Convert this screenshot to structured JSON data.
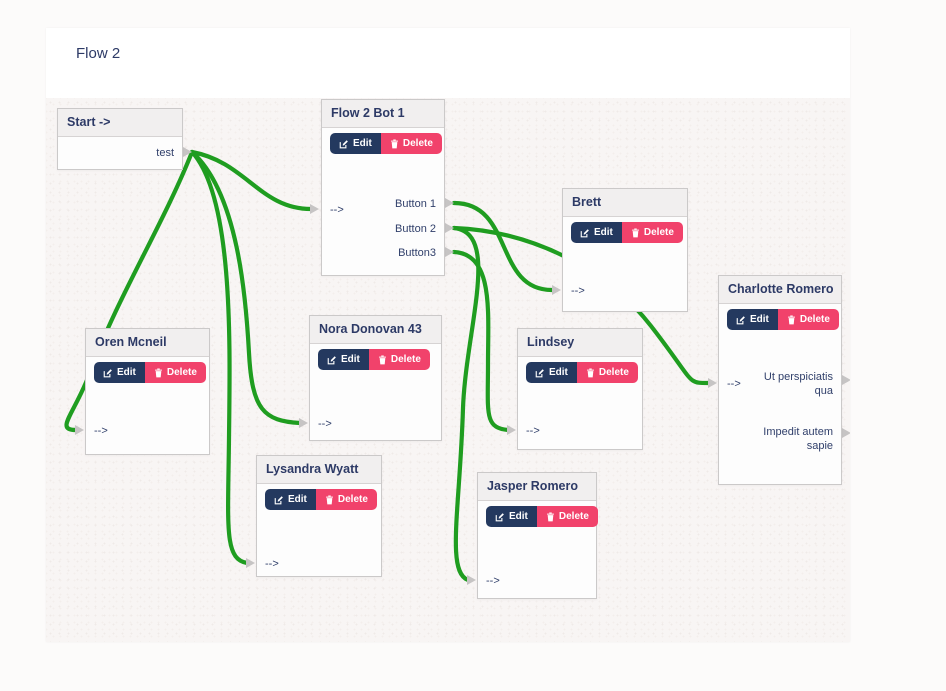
{
  "header": {
    "title": "Flow 2"
  },
  "node_buttons": {
    "edit": "Edit",
    "delete": "Delete"
  },
  "port_arrow_label": "-->",
  "nodes": [
    {
      "id": "start",
      "title": "Start ->",
      "inputs": [],
      "outputs": [
        "test"
      ]
    },
    {
      "id": "flow2bot1",
      "title": "Flow 2 Bot 1",
      "inputs": [
        "-->"
      ],
      "outputs": [
        "Button 1",
        "Button 2",
        "Button3"
      ]
    },
    {
      "id": "brett",
      "title": "Brett",
      "inputs": [
        "-->"
      ],
      "outputs": []
    },
    {
      "id": "oren",
      "title": "Oren Mcneil",
      "inputs": [
        "-->"
      ],
      "outputs": []
    },
    {
      "id": "nora",
      "title": "Nora Donovan 43",
      "inputs": [
        "-->"
      ],
      "outputs": []
    },
    {
      "id": "lysandra",
      "title": "Lysandra Wyatt",
      "inputs": [
        "-->"
      ],
      "outputs": []
    },
    {
      "id": "lindsey",
      "title": "Lindsey",
      "inputs": [
        "-->"
      ],
      "outputs": []
    },
    {
      "id": "jasper",
      "title": "Jasper Romero",
      "inputs": [
        "-->"
      ],
      "outputs": []
    },
    {
      "id": "charlotte",
      "title": "Charlotte Romero",
      "inputs": [
        "-->"
      ],
      "outputs": [
        "Ut perspiciatis qua",
        "Impedit autem sapie"
      ]
    }
  ],
  "links": [
    {
      "from": "Start ->.test",
      "to": "Flow 2 Bot 1.in"
    },
    {
      "from": "Start ->.test",
      "to": "Oren Mcneil.in"
    },
    {
      "from": "Start ->.test",
      "to": "Nora Donovan 43.in"
    },
    {
      "from": "Start ->.test",
      "to": "Lysandra Wyatt.in"
    },
    {
      "from": "Flow 2 Bot 1.Button 1",
      "to": "Brett.in"
    },
    {
      "from": "Flow 2 Bot 1.Button 2",
      "to": "Charlotte Romero.in"
    },
    {
      "from": "Flow 2 Bot 1.Button 2",
      "to": "Jasper Romero.in"
    },
    {
      "from": "Flow 2 Bot 1.Button3",
      "to": "Lindsey.in"
    }
  ],
  "colors": {
    "link_green": "#1f9d20",
    "edit_button_navy": "#24395f",
    "delete_button_pink": "#f1426b",
    "title_navy": "#2d3a66",
    "node_border_grey": "#cbc9c9",
    "port_marker_grey": "#c6c4c4",
    "canvas_bg": "#f8f5f4"
  }
}
